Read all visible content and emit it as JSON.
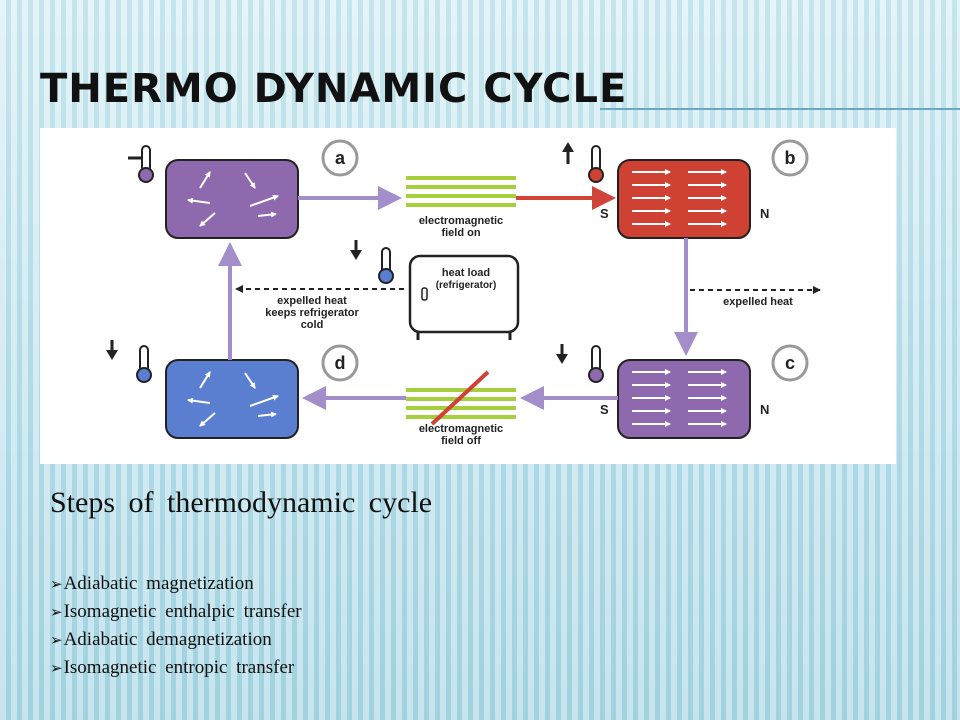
{
  "slide": {
    "title": "Thermo dynamic  cycle",
    "steps_heading": "Steps  of  thermodynamic  cycle",
    "steps": [
      "Adiabatic  magnetization",
      "Isomagnetic  enthalpic  transfer",
      "Adiabatic  demagnetization",
      "Isomagnetic  entropic  transfer"
    ],
    "bullet_icon": "arrowhead-bullet-icon"
  },
  "diagram": {
    "stage_labels": [
      "a",
      "b",
      "c",
      "d"
    ],
    "field_on": [
      "electromagnetic",
      "field on"
    ],
    "field_off": [
      "electromagnetic",
      "field off"
    ],
    "heat_load": [
      "heat load",
      "(refrigerator)"
    ],
    "expelled_heat_left": [
      "expelled heat",
      "keeps refrigerator",
      "cold"
    ],
    "expelled_heat_right": "expelled heat",
    "pole_s": "S",
    "pole_n": "N",
    "colors": {
      "purple": "#8e69ad",
      "red": "#cf4233",
      "blue": "#5b7fd0",
      "field_green": "#a6cf3c",
      "arrow_purple": "#a48ec9",
      "arrow_red": "#d1443a"
    }
  }
}
